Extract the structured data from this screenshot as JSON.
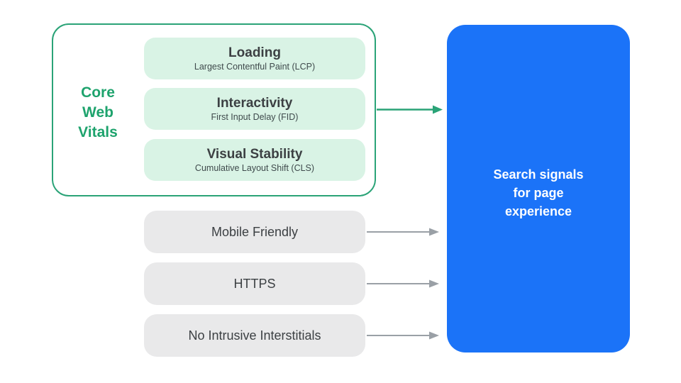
{
  "core_web_vitals": {
    "label": "Core\nWeb\nVitals",
    "vitals": [
      {
        "title": "Loading",
        "subtitle": "Largest Contentful Paint (LCP)"
      },
      {
        "title": "Interactivity",
        "subtitle": "First Input Delay (FID)"
      },
      {
        "title": "Visual Stability",
        "subtitle": "Cumulative Layout Shift (CLS)"
      }
    ]
  },
  "other_signals": [
    {
      "label": "Mobile Friendly"
    },
    {
      "label": "HTTPS"
    },
    {
      "label": "No Intrusive Interstitials"
    }
  ],
  "result": {
    "label": "Search signals\nfor page\nexperience"
  },
  "icons": {
    "green_arrow": "arrow-right",
    "gray_arrows": "arrow-right"
  },
  "colors": {
    "green_accent": "#1ea36d",
    "green_border": "#2aa377",
    "green_light_fill": "#d9f3e5",
    "gray_fill": "#e9e9ea",
    "gray_arrow": "#9aa0a6",
    "blue_fill": "#1b73f8",
    "text_dark": "#3c4043",
    "text_on_blue": "#ffffff",
    "background": "#ffffff"
  }
}
